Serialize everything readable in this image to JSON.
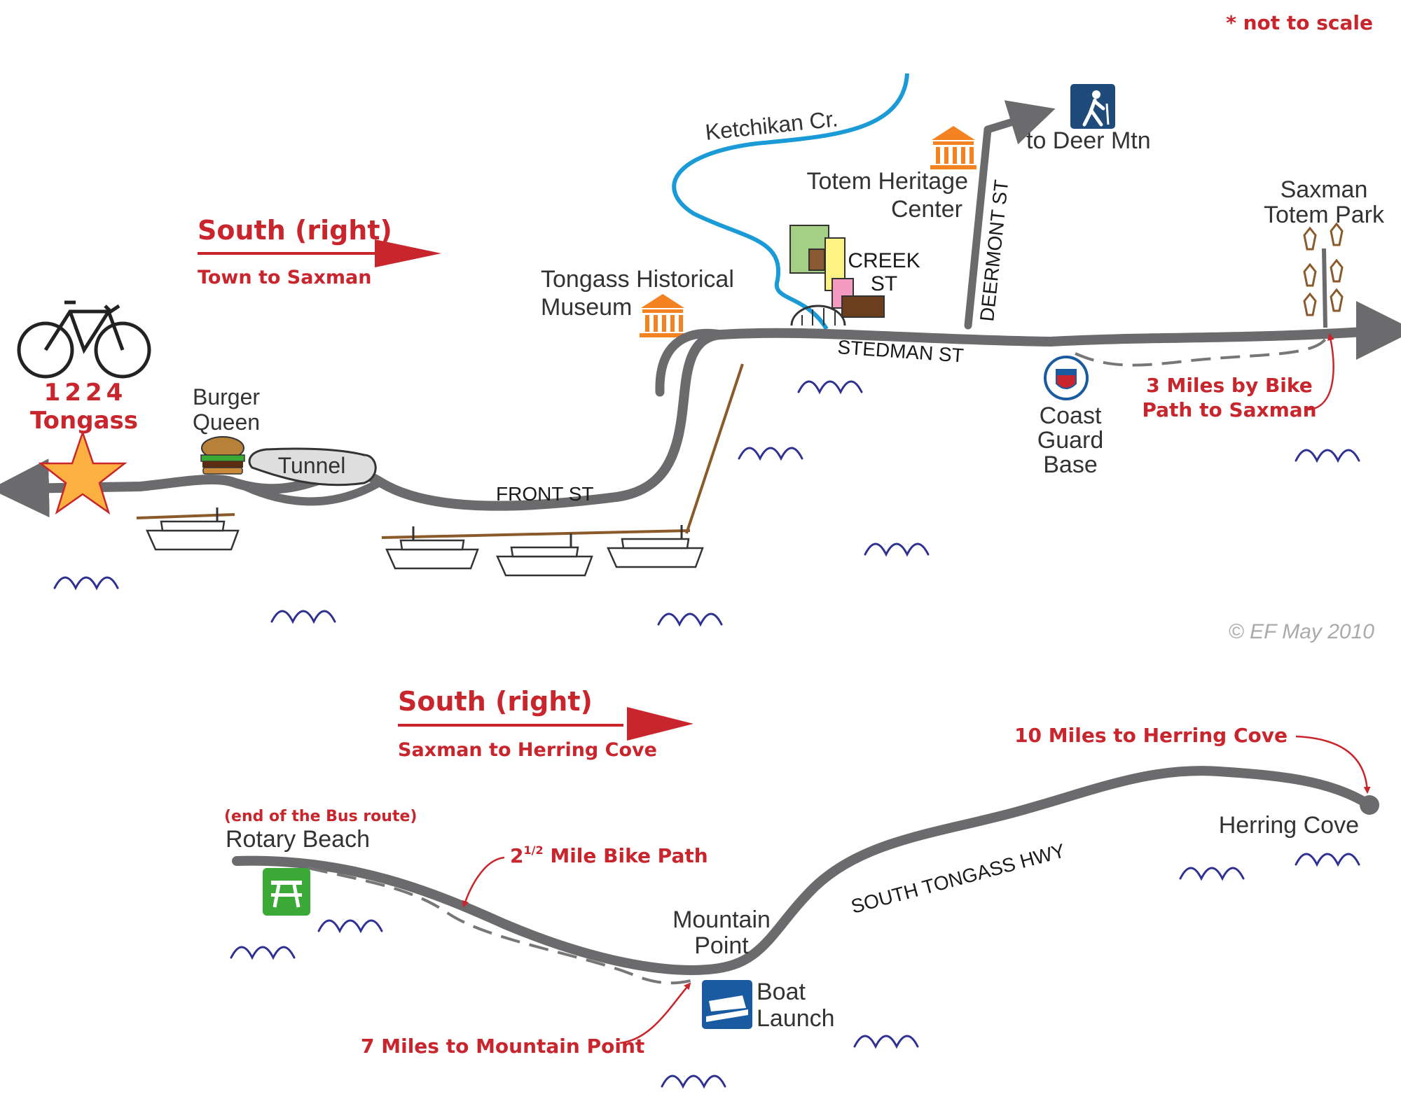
{
  "note": "* not to scale",
  "copyright": "© EF May 2010",
  "colors": {
    "road": "#6b6b6d",
    "accent_red": "#c8252c",
    "water": "#2e3192",
    "creek": "#1a9ad6",
    "museum_orange": "#f58220",
    "park_green": "#3aa935",
    "boat_blue": "#1a5aa0",
    "hiker_navy": "#1e4b7a"
  },
  "top_map": {
    "direction_title": "South (right)",
    "direction_subtitle": "Town to Saxman",
    "start_number": "1224",
    "start_name": "Tongass",
    "burger_line1": "Burger",
    "burger_line2": "Queen",
    "tunnel": "Tunnel",
    "front_st": "FRONT ST",
    "museum_line1": "Tongass Historical",
    "museum_line2": "Museum",
    "creek_name": "Ketchikan Cr.",
    "creek_st_line1": "CREEK",
    "creek_st_line2": "ST",
    "stedman_st": "STEDMAN ST",
    "totem_line1": "Totem Heritage",
    "totem_line2": "Center",
    "deermont_st": "DEERMONT ST",
    "deer_mtn": "to Deer Mtn",
    "coast_line1": "Coast",
    "coast_line2": "Guard",
    "coast_line3": "Base",
    "bike_path_line1": "3 Miles by Bike",
    "bike_path_line2": "Path to Saxman",
    "saxman_line1": "Saxman",
    "saxman_line2": "Totem Park"
  },
  "bottom_map": {
    "direction_title": "South (right)",
    "direction_subtitle": "Saxman to Herring Cove",
    "bus_note": "(end of the Bus route)",
    "rotary_beach": "Rotary Beach",
    "bike_path_prefix": "2",
    "bike_path_fraction": "1/2",
    "bike_path_suffix": " Mile Bike Path",
    "mountain_line1": "Mountain",
    "mountain_line2": "Point",
    "boat_line1": "Boat",
    "boat_line2": "Launch",
    "miles_mountain": "7 Miles to Mountain Point",
    "highway": "SOUTH TONGASS HWY",
    "miles_herring": "10 Miles to Herring Cove",
    "herring_cove": "Herring Cove"
  }
}
